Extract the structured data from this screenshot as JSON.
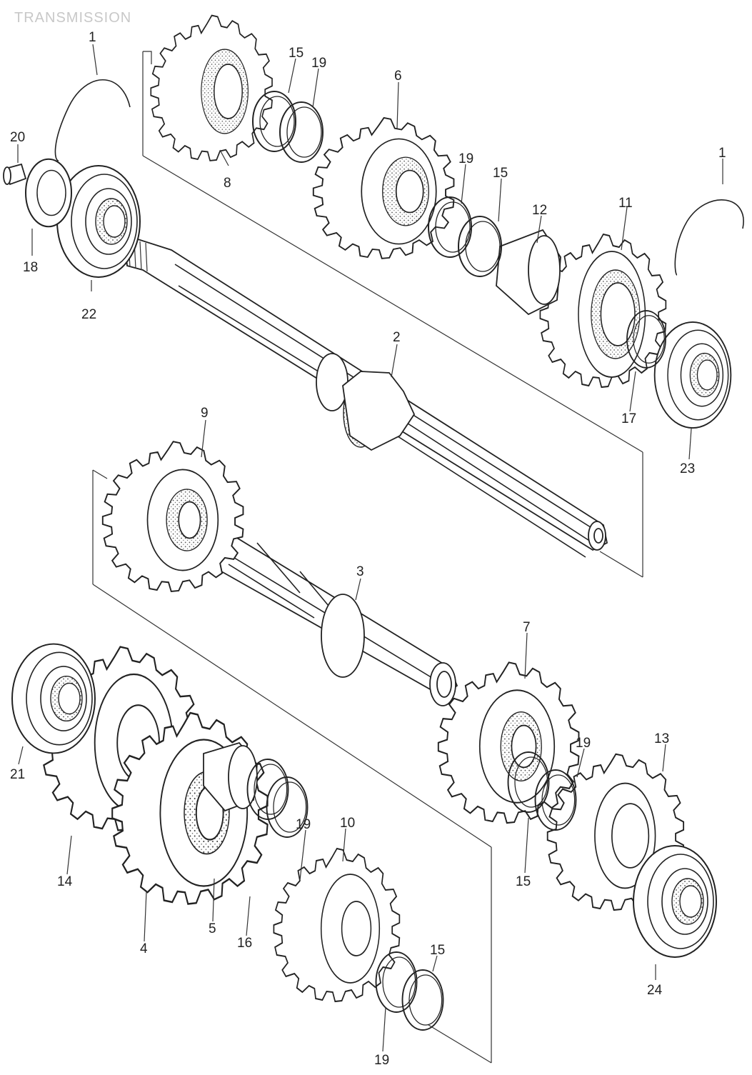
{
  "title": "TRANSMISSION",
  "callouts": [
    {
      "id": "c1a",
      "label": "1"
    },
    {
      "id": "c1b",
      "label": "1"
    },
    {
      "id": "c2",
      "label": "2"
    },
    {
      "id": "c3",
      "label": "3"
    },
    {
      "id": "c4",
      "label": "4"
    },
    {
      "id": "c5",
      "label": "5"
    },
    {
      "id": "c6",
      "label": "6"
    },
    {
      "id": "c7",
      "label": "7"
    },
    {
      "id": "c8",
      "label": "8"
    },
    {
      "id": "c9",
      "label": "9"
    },
    {
      "id": "c10",
      "label": "10"
    },
    {
      "id": "c11",
      "label": "11"
    },
    {
      "id": "c12",
      "label": "12"
    },
    {
      "id": "c13",
      "label": "13"
    },
    {
      "id": "c14",
      "label": "14"
    },
    {
      "id": "c15a",
      "label": "15"
    },
    {
      "id": "c15b",
      "label": "15"
    },
    {
      "id": "c15c",
      "label": "15"
    },
    {
      "id": "c15d",
      "label": "15"
    },
    {
      "id": "c16",
      "label": "16"
    },
    {
      "id": "c17",
      "label": "17"
    },
    {
      "id": "c18",
      "label": "18"
    },
    {
      "id": "c19a",
      "label": "19"
    },
    {
      "id": "c19b",
      "label": "19"
    },
    {
      "id": "c19c",
      "label": "19"
    },
    {
      "id": "c19d",
      "label": "19"
    },
    {
      "id": "c19e",
      "label": "19"
    },
    {
      "id": "c20",
      "label": "20"
    },
    {
      "id": "c21",
      "label": "21"
    },
    {
      "id": "c22",
      "label": "22"
    },
    {
      "id": "c23",
      "label": "23"
    },
    {
      "id": "c24",
      "label": "24"
    }
  ]
}
